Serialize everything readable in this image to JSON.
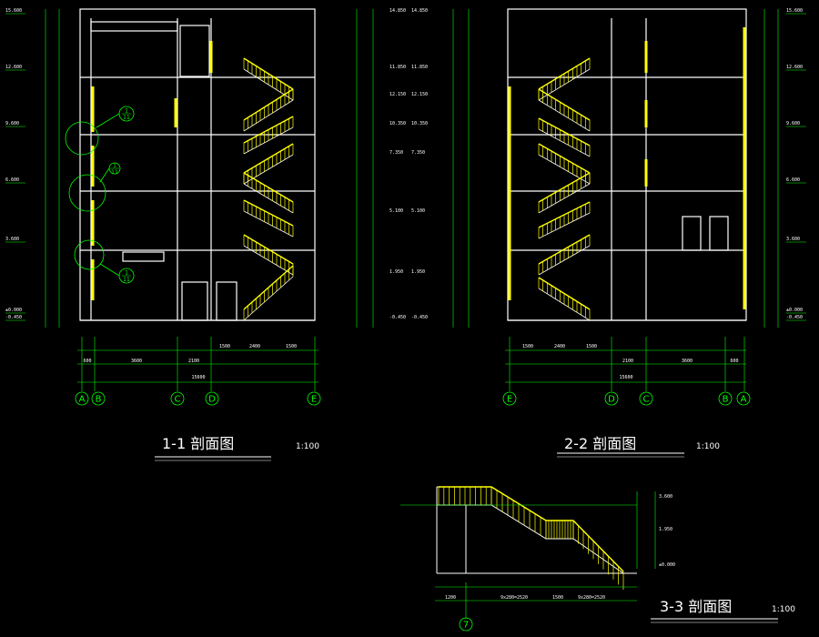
{
  "section_titles": {
    "s11": {
      "title": "1-1 剖面图",
      "scale": "1:100"
    },
    "s22": {
      "title": "2-2 剖面图",
      "scale": "1:100"
    },
    "s33": {
      "title": "3-3 剖面图",
      "scale": "1:100"
    }
  },
  "axes": {
    "s11": [
      "A",
      "B",
      "C",
      "D",
      "E"
    ],
    "s22": [
      "E",
      "D",
      "C",
      "B",
      "A"
    ],
    "s33": [
      "7"
    ]
  },
  "detail_callouts": [
    {
      "top": "1",
      "bottom": "11"
    },
    {
      "top": "1",
      "bottom": "11"
    },
    {
      "top": "1",
      "bottom": "11"
    }
  ],
  "elevations_left": [
    "15.600",
    "12.600",
    "9.600",
    "6.600",
    "3.600",
    "±0.000",
    "-0.450"
  ],
  "elevations_right": [
    "15.600",
    "12.600",
    "9.600",
    "6.600",
    "3.600",
    "±0.000",
    "-0.450"
  ],
  "stair_elevations": [
    "14.850",
    "11.850",
    "12.150",
    "10.350",
    "7.350",
    "5.100",
    "1.950",
    "-0.450"
  ],
  "dims_s11": [
    "600",
    "3600",
    "2100",
    "1500",
    "2400",
    "1500",
    "15600"
  ],
  "dims_s22": [
    "1500",
    "2400",
    "1500",
    "2100",
    "3600",
    "600",
    "15600"
  ],
  "dims_s33": [
    "1200",
    "9x280=2520",
    "1500",
    "9x280=2520"
  ],
  "s33_elevations": [
    "3.600",
    "1.950",
    "±0.000"
  ],
  "colors": {
    "structure": "#ffffff",
    "stair": "#ffff00",
    "annotation": "#00ff00",
    "highlight": "#ffff00"
  }
}
